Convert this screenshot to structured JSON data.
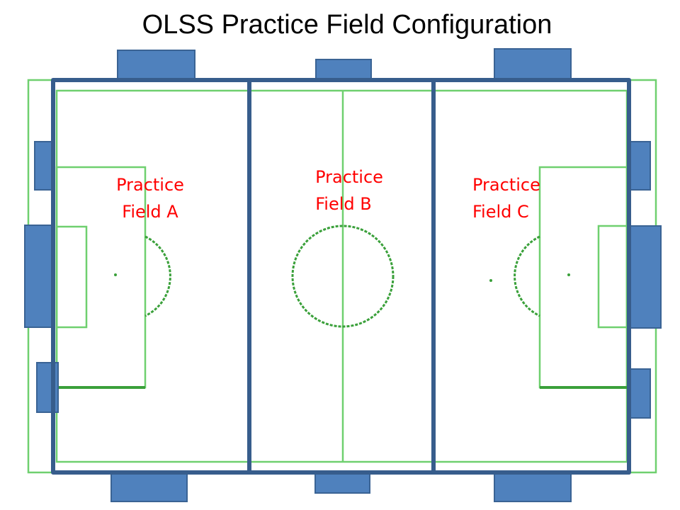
{
  "title": "OLSS Practice Field Configuration",
  "fields": [
    {
      "line1": "Practice",
      "line2": "Field A"
    },
    {
      "line1": "Practice",
      "line2": "Field B"
    },
    {
      "line1": "Practice",
      "line2": "Field C"
    }
  ],
  "colors": {
    "field_lines": "#6fd06f",
    "field_lines_dark": "#3aa03a",
    "frame": "#375d8c",
    "structure_fill": "#4f81bd",
    "label": "#ff0000"
  }
}
